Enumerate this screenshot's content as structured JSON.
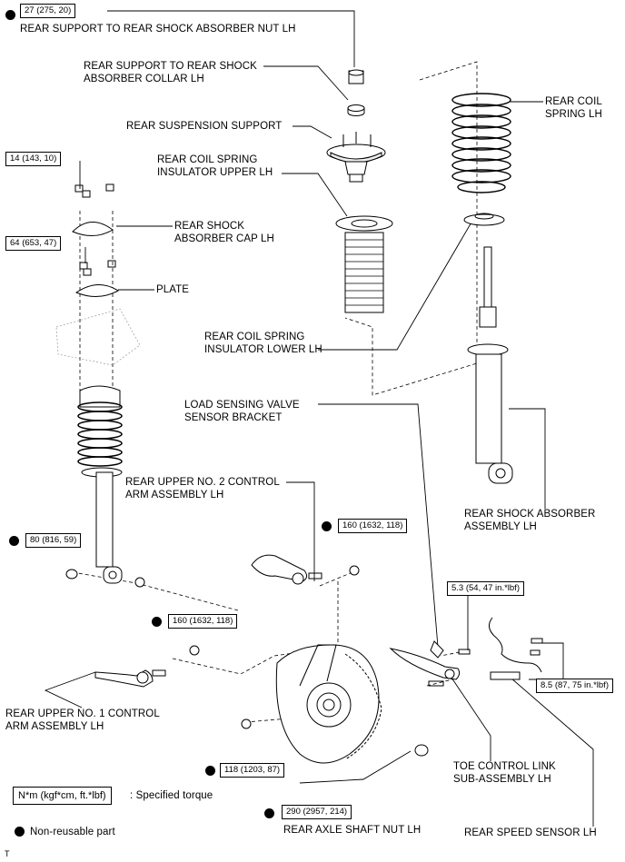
{
  "torques": {
    "nut_top": "27 (275, 20)",
    "cap_nuts": "14 (143, 10)",
    "plate_nuts": "64 (653, 47)",
    "lower_bolt": "80 (816, 59)",
    "upper2_bolt": "160 (1632, 118)",
    "upper1_bolt": "160 (1632, 118)",
    "sensor_bracket_bolt": "5.3 (54, 47 in.*lbf)",
    "speed_sensor_bolt": "8.5 (87, 75 in.*lbf)",
    "knuckle_bolt": "118 (1203, 87)",
    "axle_nut": "290 (2957, 214)"
  },
  "labels": {
    "support_nut": "REAR SUPPORT TO REAR SHOCK ABSORBER NUT LH",
    "collar": "REAR SUPPORT TO REAR SHOCK\nABSORBER COLLAR LH",
    "suspension_support": "REAR SUSPENSION SUPPORT",
    "insulator_upper": "REAR COIL SPRING\nINSULATOR UPPER LH",
    "coil_spring": "REAR COIL\nSPRING LH",
    "shock_cap": "REAR SHOCK\nABSORBER CAP LH",
    "plate": "PLATE",
    "insulator_lower": "REAR COIL SPRING\nINSULATOR LOWER LH",
    "load_sensing": "LOAD SENSING VALVE\nSENSOR BRACKET",
    "shock_absorber": "REAR SHOCK ABSORBER\nASSEMBLY LH",
    "upper2_arm": "REAR UPPER NO. 2 CONTROL\nARM ASSEMBLY LH",
    "upper1_arm": "REAR UPPER NO. 1 CONTROL\nARM ASSEMBLY LH",
    "toe_link": "TOE CONTROL LINK\nSUB-ASSEMBLY LH",
    "axle_nut": "REAR AXLE SHAFT NUT LH",
    "speed_sensor": "REAR SPEED SENSOR LH"
  },
  "legend": {
    "torque_units": "N*m (kgf*cm, ft.*lbf)",
    "torque_desc": ": Specified torque",
    "non_reusable": "Non-reusable part"
  },
  "footer_mark": "T"
}
